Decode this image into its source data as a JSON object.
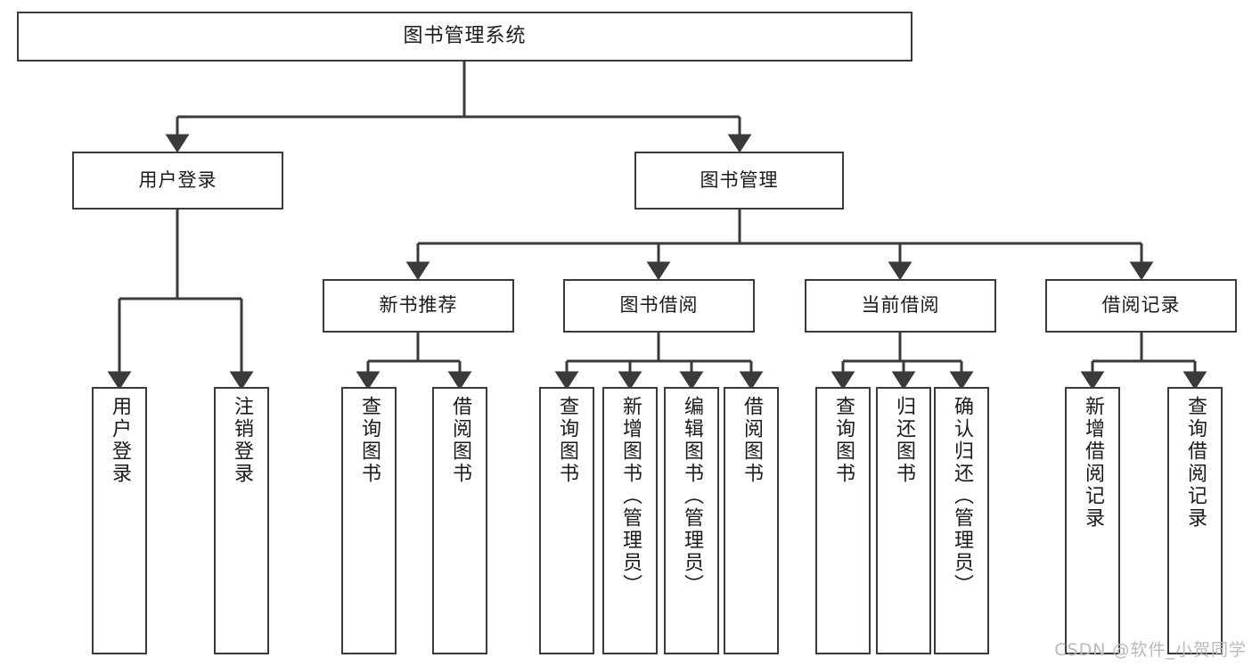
{
  "diagram": {
    "type": "tree",
    "title": "图书管理系统",
    "orientation": "top-down",
    "watermark": "CSDN @软件_小贺同学",
    "colors": {
      "background": "#ffffff",
      "node_border": "#3a3a3a",
      "node_fill": "#ffffff",
      "edge": "#3a3a3a",
      "text": "#1a1a1a",
      "watermark": "#b9b9b9"
    },
    "nodes": {
      "root": {
        "label": "图书管理系统"
      },
      "level2": [
        {
          "label": "用户登录"
        },
        {
          "label": "图书管理"
        }
      ],
      "level3": [
        {
          "label": "新书推荐"
        },
        {
          "label": "图书借阅"
        },
        {
          "label": "当前借阅"
        },
        {
          "label": "借阅记录"
        }
      ],
      "leaves": {
        "user_login": [
          {
            "label": "用户登录"
          },
          {
            "label": "注销登录"
          }
        ],
        "new_book_recommend": [
          {
            "label": "查询图书"
          },
          {
            "label": "借阅图书"
          }
        ],
        "book_borrow": [
          {
            "label": "查询图书"
          },
          {
            "label": "新增图书（管理员）"
          },
          {
            "label": "编辑图书（管理员）"
          },
          {
            "label": "借阅图书"
          }
        ],
        "current_borrow": [
          {
            "label": "查询图书"
          },
          {
            "label": "归还图书"
          },
          {
            "label": "确认归还（管理员）"
          }
        ],
        "borrow_record": [
          {
            "label": "新增借阅记录"
          },
          {
            "label": "查询借阅记录"
          }
        ]
      }
    }
  }
}
